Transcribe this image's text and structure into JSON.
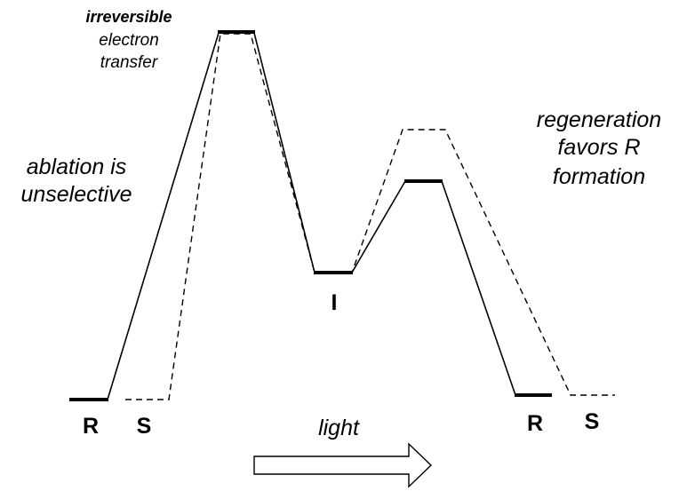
{
  "annotations": {
    "transition_state_label": {
      "line1": "irreversible",
      "line2": "electron",
      "line3": "transfer"
    },
    "left_note": {
      "line1": "ablation is",
      "line2": "unselective"
    },
    "right_note": {
      "line1": "regeneration",
      "line2": "favors R",
      "line3": "formation"
    },
    "arrow_label": "light"
  },
  "species": {
    "reactant_r": "R",
    "reactant_s": "S",
    "intermediate": "I",
    "product_r": "R",
    "product_s": "S"
  },
  "paths": {
    "r_pathway_style": "solid",
    "s_pathway_style": "dashed",
    "line_color": "#000000"
  }
}
